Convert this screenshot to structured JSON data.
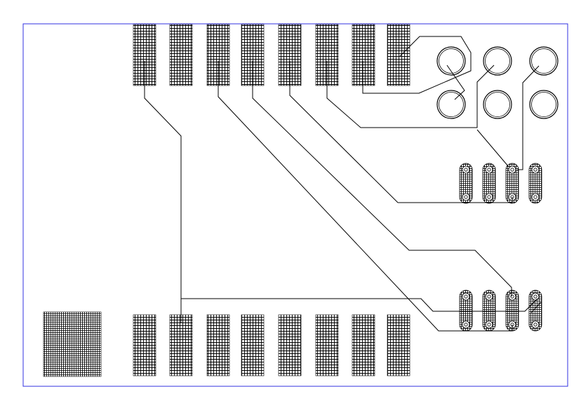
{
  "colors": {
    "background": "#ffffff",
    "board_outline": "#3030e0",
    "trace": "#000000",
    "copper_hatch": "#000000"
  },
  "diagram": {
    "type": "pcb-layout",
    "components": {
      "top_edge_pads": 8,
      "bottom_edge_pads": 8,
      "large_ground_pad": 1,
      "round_connector_pads": 6,
      "oval_header_pads": 8
    },
    "connections": [
      {
        "from": "top-pad-1",
        "to": "bottom-pad-2"
      },
      {
        "from": "bottom-pad-2",
        "to": "oval-pad-bottom-4"
      },
      {
        "from": "top-pad-3",
        "to": "oval-pad-bottom-3"
      },
      {
        "from": "top-pad-4",
        "to": "oval-pad-bottom-1"
      },
      {
        "from": "top-pad-5",
        "to": "oval-pad-top-3"
      },
      {
        "from": "top-pad-6",
        "to": "round-pad-bottom-1"
      },
      {
        "from": "top-pad-7",
        "to": "round-pad-top-1"
      },
      {
        "from": "top-pad-8",
        "to": "round-pad-top-2"
      },
      {
        "from": "oval-pad-top-3",
        "to": "round-pad-top-3"
      }
    ]
  }
}
